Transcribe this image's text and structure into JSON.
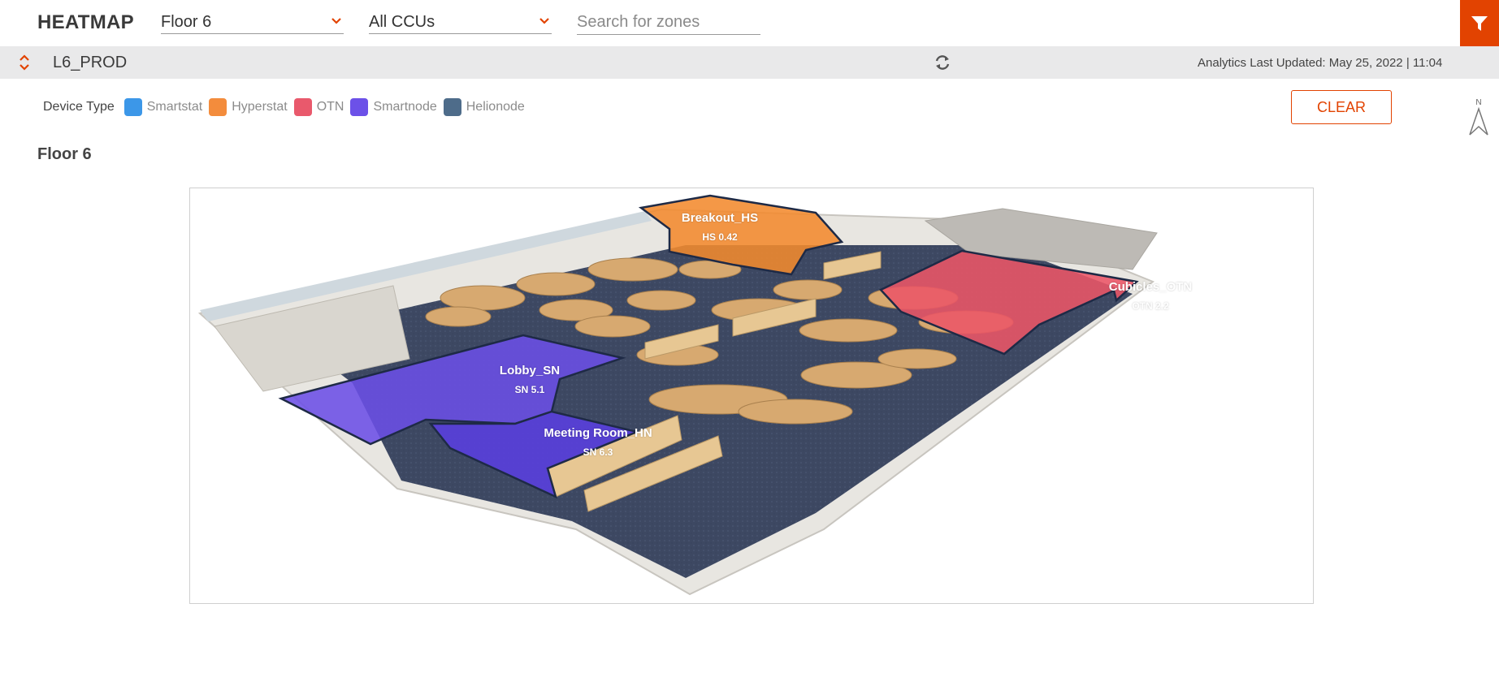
{
  "app": {
    "title": "HEATMAP"
  },
  "filters": {
    "floor_value": "Floor 6",
    "ccu_value": "All CCUs",
    "search_placeholder": "Search for zones"
  },
  "subbar": {
    "site_name": "L6_PROD",
    "analytics_updated": "Analytics Last Updated: May 25, 2022 | 11:04"
  },
  "legend": {
    "title": "Device Type",
    "items": [
      {
        "label": "Smartstat",
        "color": "#3c97e8"
      },
      {
        "label": "Hyperstat",
        "color": "#f38c3c"
      },
      {
        "label": "OTN",
        "color": "#e9596c"
      },
      {
        "label": "Smartnode",
        "color": "#6c51e8"
      },
      {
        "label": "Helionode",
        "color": "#4e6c8a"
      }
    ]
  },
  "actions": {
    "clear_label": "CLEAR"
  },
  "compass": {
    "north_label": "N"
  },
  "floor": {
    "title": "Floor 6"
  },
  "zones": [
    {
      "name": "Breakout_HS",
      "value": "HS 0.42",
      "color": "#f38a2e"
    },
    {
      "name": "Cubicles_OTN",
      "value": "OTN 2.2",
      "color": "#ec5566"
    },
    {
      "name": "Lobby_SN",
      "value": "SN 5.1",
      "color": "#6b4ee6"
    },
    {
      "name": "Meeting Room_HN",
      "value": "SN 6.3",
      "color": "#5a3fe0"
    }
  ],
  "colors": {
    "accent": "#e24301"
  }
}
